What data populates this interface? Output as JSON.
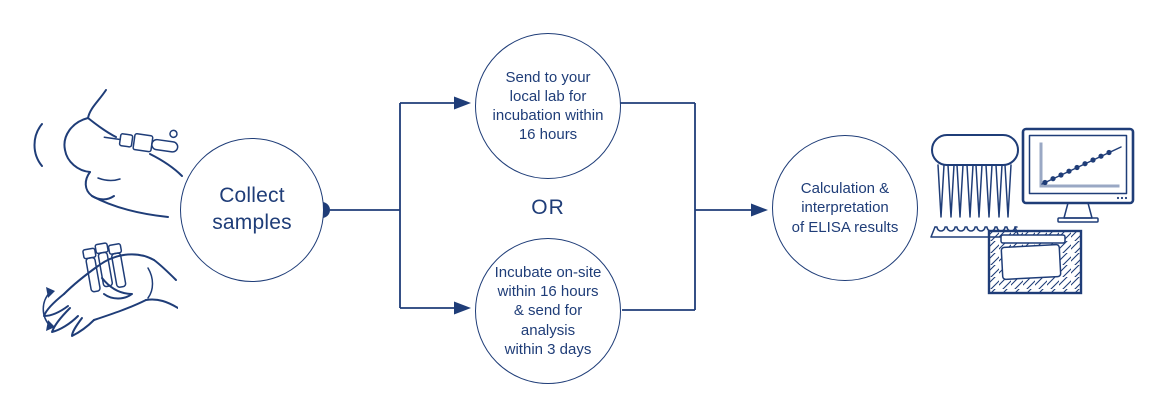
{
  "colors": {
    "primary": "#1f3d78",
    "chart_axis": "#9aa8c4"
  },
  "nodes": {
    "collect": {
      "label": "Collect\nsamples"
    },
    "send_lab": {
      "label": "Send to your\nlocal lab for\nincubation within\n16 hours"
    },
    "incubate_onsite": {
      "label": "Incubate on-site\nwithin 16 hours\n& send for\nanalysis\nwithin 3 days"
    },
    "result": {
      "label": "Calculation &\ninterpretation\nof ELISA results"
    }
  },
  "labels": {
    "or": "OR"
  },
  "icons": {
    "left": [
      "blood-draw-arm-icon",
      "hand-mixing-tubes-icon"
    ],
    "right": [
      "multichannel-pipette-icon",
      "elisa-strip-plate-icon",
      "monitor-standard-curve-icon",
      "incubator-icon"
    ]
  }
}
